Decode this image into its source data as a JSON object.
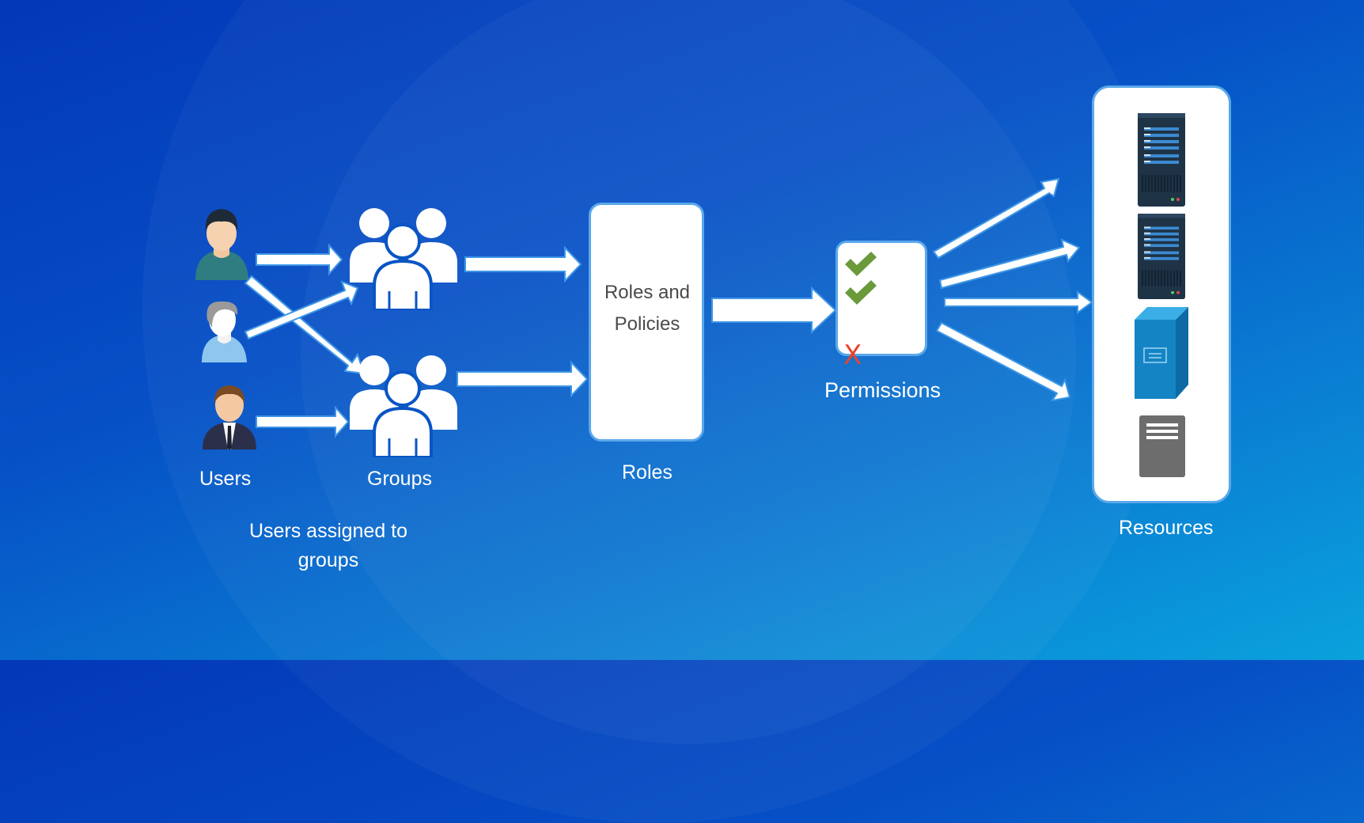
{
  "labels": {
    "users": "Users",
    "groups": "Groups",
    "users_assigned": "Users assigned  to groups",
    "roles_box": "Roles and Policies",
    "roles": "Roles",
    "permissions": "Permissions",
    "resources": "Resources"
  },
  "permission_marks": {
    "deny": "X"
  },
  "icons": [
    "user-teal-shirt-icon",
    "user-gray-hair-icon",
    "user-business-suit-icon",
    "group-icon",
    "checkmark-icon",
    "server-rack-icon",
    "storage-cube-icon",
    "document-server-icon"
  ],
  "colors": {
    "background_top": "#0338b8",
    "background_bottom": "#0aa2dd",
    "arrow_fill": "#ffffff",
    "box_border": "#5aa8ea",
    "check_green": "#6a9a3a",
    "deny_red": "#e8442c",
    "server_dark": "#1f3346",
    "storage_blue": "#1584c4",
    "doc_server_gray": "#6d6d6d"
  }
}
